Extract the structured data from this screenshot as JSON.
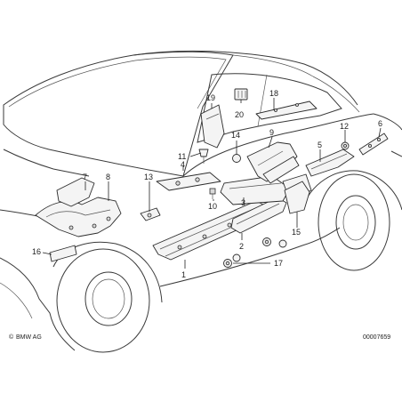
{
  "callouts": {
    "c1": "1",
    "c2": "2",
    "c3": "3",
    "c4": "4",
    "c5": "5",
    "c6": "6",
    "c7": "7",
    "c8": "8",
    "c9": "9",
    "c10": "10",
    "c11": "11",
    "c12": "12",
    "c13": "13",
    "c14": "14",
    "c15": "15",
    "c16": "16",
    "c17": "17",
    "c18": "18",
    "c19": "19",
    "c20": "20"
  },
  "footer": {
    "logo_mark": "©",
    "brand": "BMW AG",
    "drawing_number": "00007659"
  }
}
